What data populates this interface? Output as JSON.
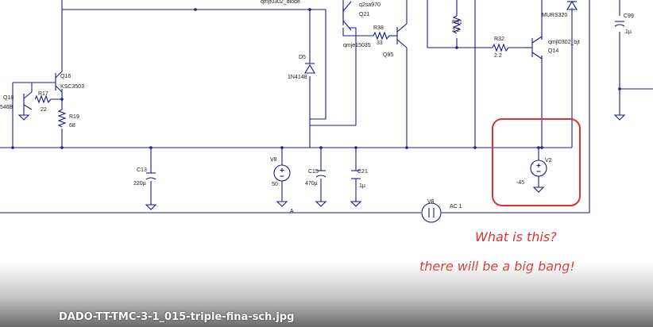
{
  "labels": {
    "diode_top": "qmjf0302_diode",
    "q21_model": "q2sa970",
    "q21": "Q21",
    "r91": "R91",
    "r91_val": "2.2",
    "murs": "MURS320",
    "c99": "C99",
    "c99_val": ".1µ",
    "r38": "R38",
    "r38_val": "33",
    "q95_model": "qmje15035",
    "q95": "Q95",
    "r32": "R32",
    "r32_val": "2.2",
    "q14_model": "qmjl0302_bjt",
    "q14": "Q14",
    "d5": "D5",
    "d5_model": "1N4148",
    "q16": "Q16",
    "q16_model": "KSC3503",
    "q18": "Q18",
    "q18_model": "546B",
    "r17": "R17",
    "r17_val": "22",
    "r19": "R19",
    "r19_val": "68",
    "c13": "C13",
    "c13_val": "220µ",
    "v8a": "V8",
    "v8a_val": "50",
    "c15": "C15",
    "c15_val": "470µ",
    "c21": "C21",
    "c21_val": ".1µ",
    "v2": "V2",
    "v2_val": "-45",
    "node_a": "A",
    "v8b": "V8",
    "v8b_val": "AC 1"
  },
  "annotation": {
    "question": "What is this?",
    "remark": "there will be a big bang!",
    "highlight_color": "#e03030"
  },
  "caption": "DADO-TT-TMC-3-1_015-triple-fina-sch.jpg"
}
